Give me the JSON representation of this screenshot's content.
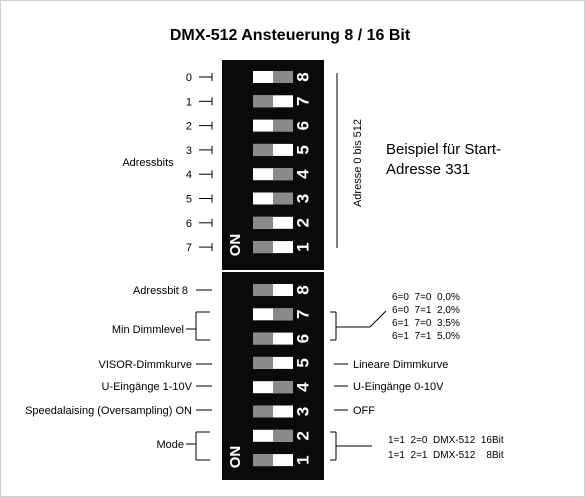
{
  "title": "DMX-512 Ansteuerung 8 / 16 Bit",
  "on_label": "ON",
  "colors": {
    "frame_outer": "#d0d0d0",
    "block": "#0a0a0a",
    "switch_slot": "#ffffff",
    "switch_knob": "#8a8a8a",
    "text": "#000000"
  },
  "upper_block": {
    "left_label": "Adressbits",
    "bracket_label": "Adresse 0 bis 512",
    "example": [
      "Beispiel für Start-",
      "Adresse 331"
    ],
    "switches": [
      {
        "bit": "0",
        "number": "8",
        "state": "right"
      },
      {
        "bit": "1",
        "number": "7",
        "state": "left"
      },
      {
        "bit": "2",
        "number": "6",
        "state": "right"
      },
      {
        "bit": "3",
        "number": "5",
        "state": "left"
      },
      {
        "bit": "4",
        "number": "4",
        "state": "right"
      },
      {
        "bit": "5",
        "number": "3",
        "state": "right"
      },
      {
        "bit": "6",
        "number": "2",
        "state": "left"
      },
      {
        "bit": "7",
        "number": "1",
        "state": "left"
      }
    ]
  },
  "lower_block": {
    "switches": [
      {
        "number": "8",
        "state": "left"
      },
      {
        "number": "7",
        "state": "right"
      },
      {
        "number": "6",
        "state": "left"
      },
      {
        "number": "5",
        "state": "left"
      },
      {
        "number": "4",
        "state": "right"
      },
      {
        "number": "3",
        "state": "left"
      },
      {
        "number": "2",
        "state": "right"
      },
      {
        "number": "1",
        "state": "left"
      }
    ],
    "left_labels": {
      "adressbit8": "Adressbit 8",
      "min_dimm": "Min Dimmlevel",
      "visor": "VISOR-Dimmkurve",
      "u_in": "U-Eingänge 1-10V",
      "speed": "Speedalaising (Oversampling) ON",
      "mode": "Mode"
    },
    "right_labels": {
      "dimm_table": [
        "6=0  7=0  0,0%",
        "6=0  7=1  2,0%",
        "6=1  7=0  3,5%",
        "6=1  7=1  5,0%"
      ],
      "linear": "Lineare Dimmkurve",
      "u_out": "U-Eingänge 0-10V",
      "off": "OFF",
      "mode_table": [
        "1=1  2=0  DMX-512  16Bit",
        "1=1  2=1  DMX-512    8Bit"
      ]
    }
  }
}
